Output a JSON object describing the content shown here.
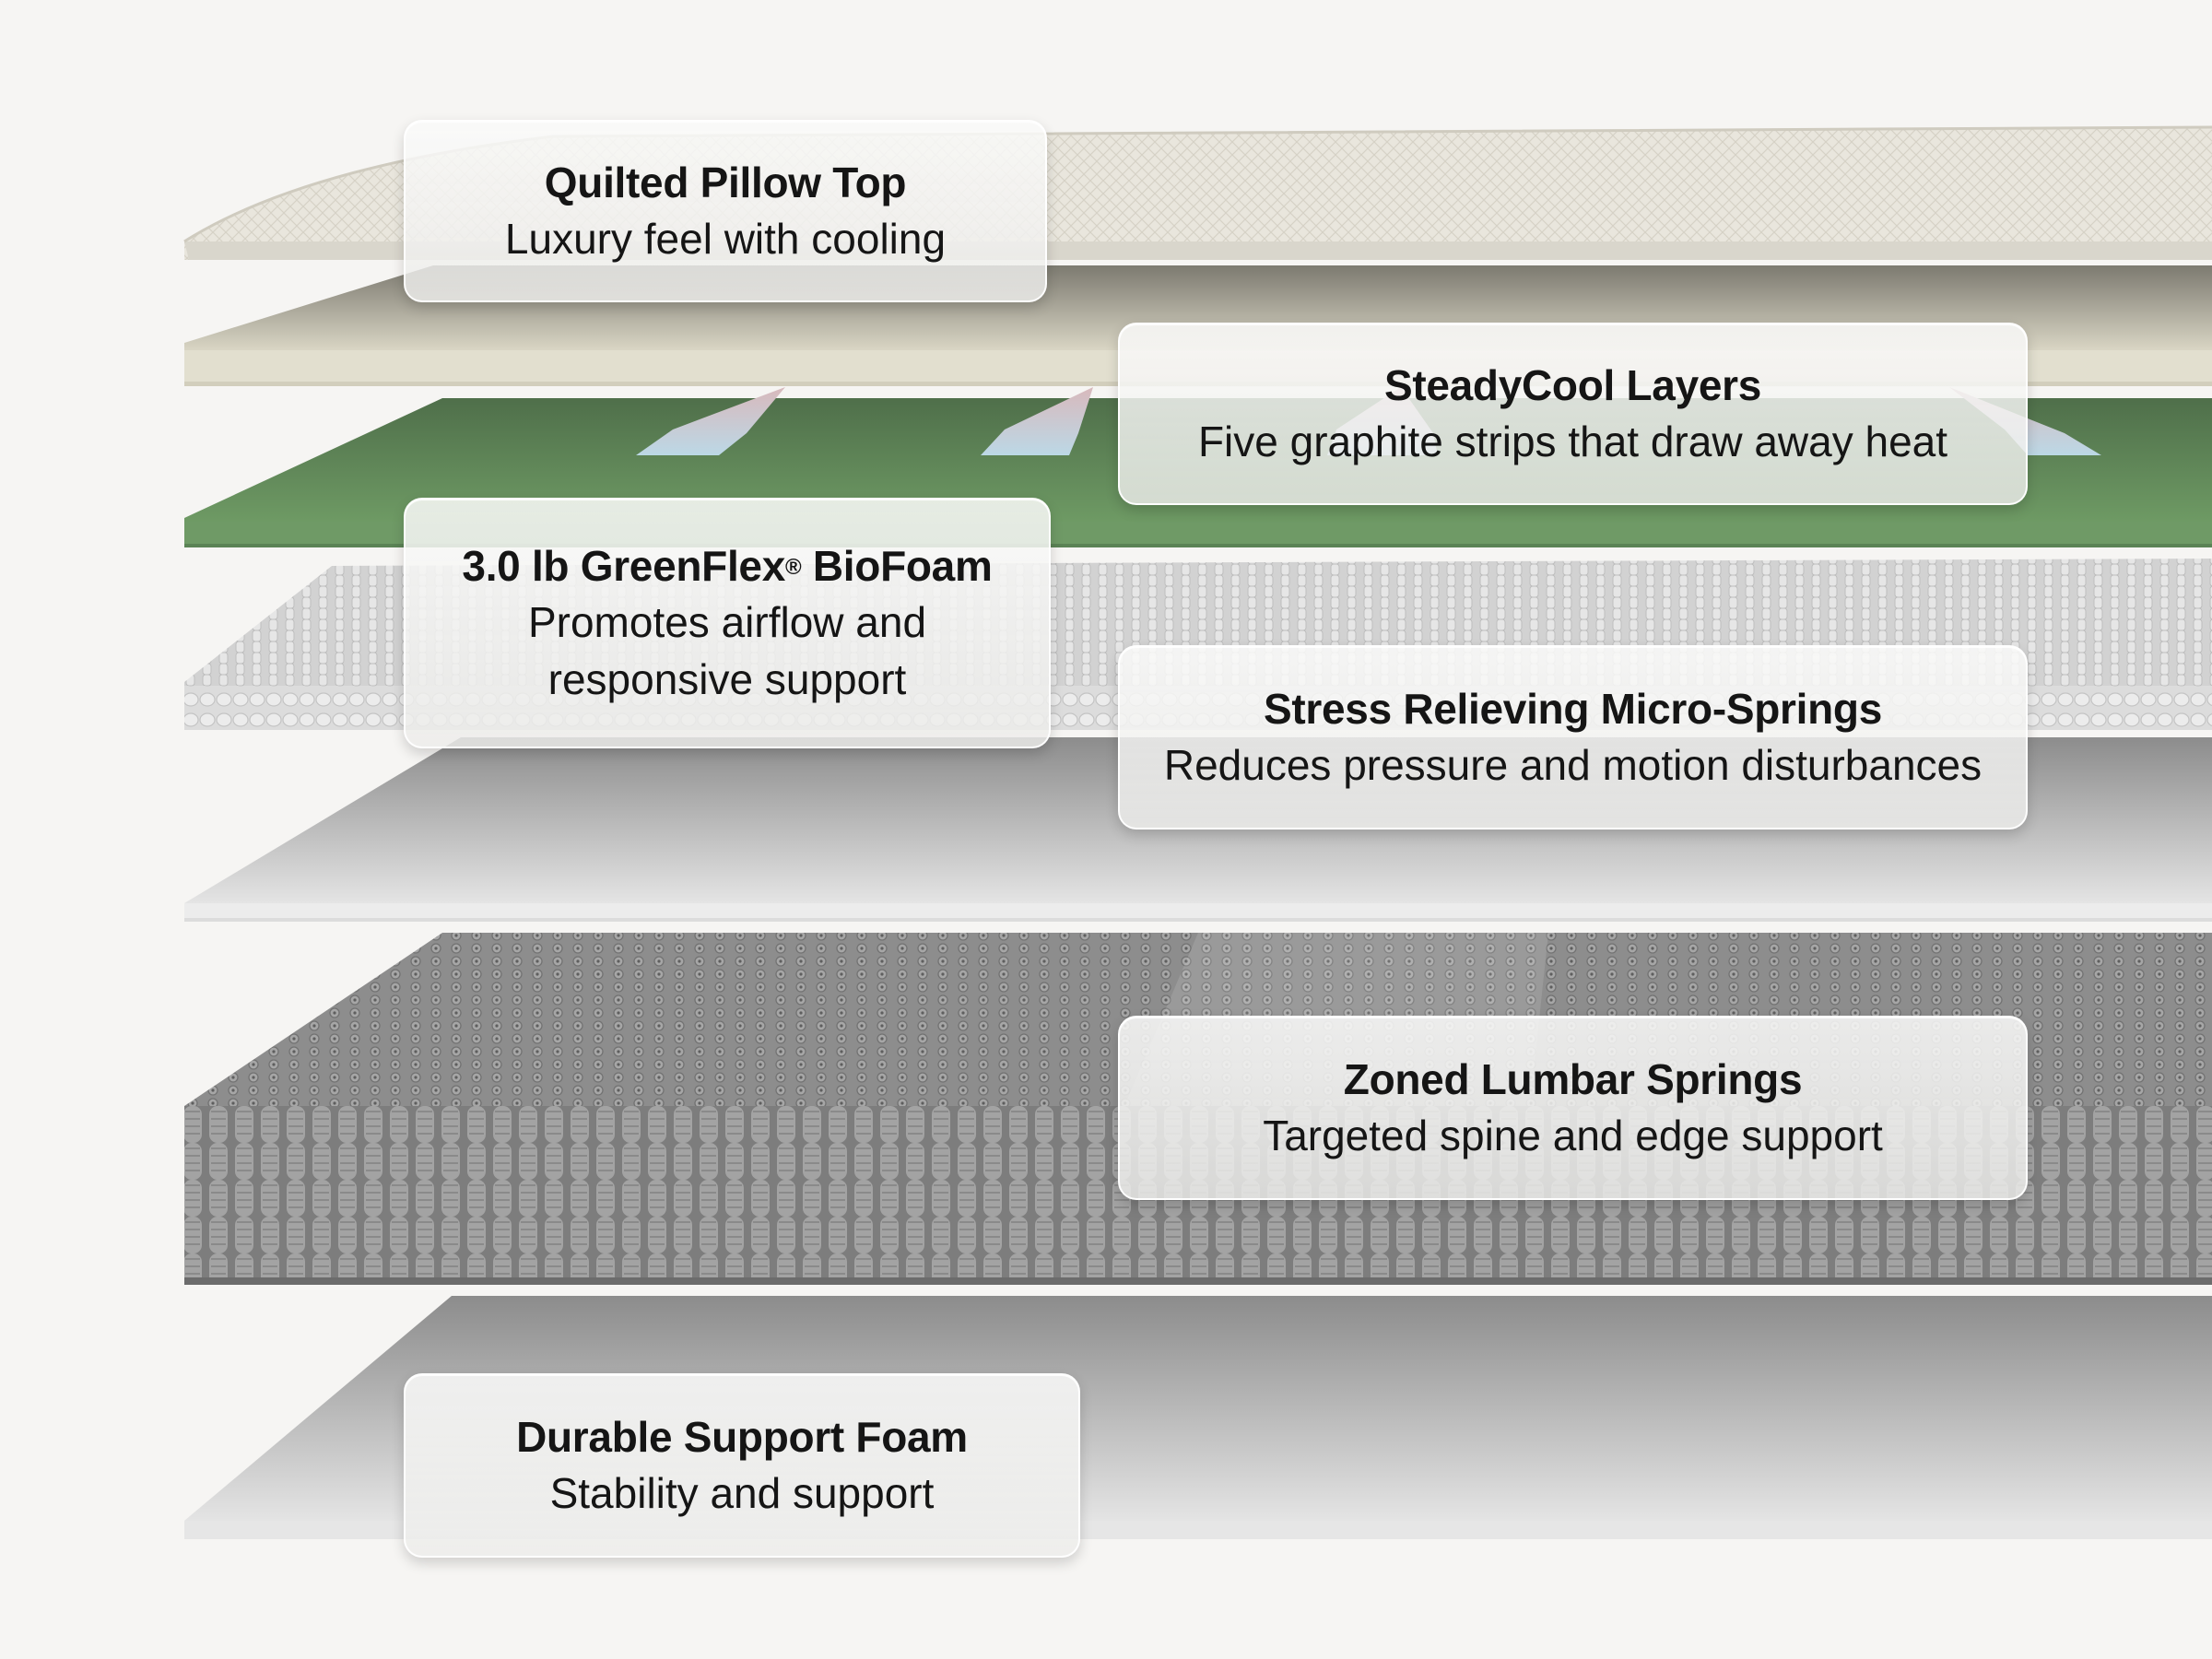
{
  "layers": [
    {
      "id": "quilted-pillow-top",
      "title": "Quilted Pillow Top",
      "description": "Luxury feel with cooling"
    },
    {
      "id": "steadycool-layers",
      "title": "SteadyCool Layers",
      "description": "Five graphite strips that draw away heat"
    },
    {
      "id": "greenflex-biofoam",
      "title_main": "3.0 lb GreenFlex",
      "title_mark": "®",
      "title_end": " BioFoam",
      "description_line1": "Promotes airflow and",
      "description_line2": "responsive support"
    },
    {
      "id": "micro-springs",
      "title": "Stress Relieving Micro-Springs",
      "description": "Reduces pressure and motion disturbances"
    },
    {
      "id": "zoned-lumbar-springs",
      "title": "Zoned Lumbar Springs",
      "description": "Targeted spine and edge support"
    },
    {
      "id": "support-foam",
      "title": "Durable Support Foam",
      "description": "Stability and support"
    }
  ],
  "colors": {
    "background": "#f6f5f3",
    "pillow_top": "#e6e3da",
    "comfort_layer": "#e3e0d2",
    "biofoam_green": "#5a8455",
    "graphite_strip": "#c9d9e2",
    "micro_springs": "#d7d7d7",
    "foam_gray": "#bdbdbd",
    "coil_gray": "#8f8f8f"
  }
}
